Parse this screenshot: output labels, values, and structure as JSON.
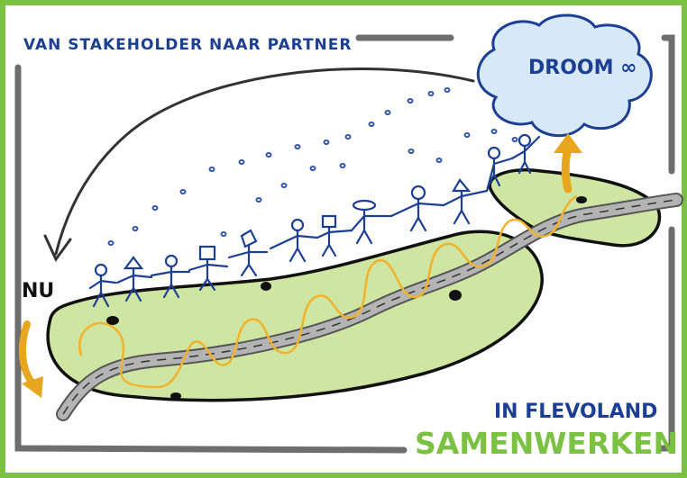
{
  "texts": {
    "title": "VAN STAKEHOLDER NAAR PARTNER",
    "dream": "DROOM ∞",
    "now": "NU",
    "region": "IN FLEVOLAND",
    "together_word1": "SAMEN",
    "together_word2": "WERKEN"
  },
  "colors": {
    "frame_green": "#7cc242",
    "land_green": "#cfe6a2",
    "ink_blue": "#1c3f93",
    "cloud_blue": "#d7e9f8",
    "road_gray": "#a8a8a8",
    "path_orange": "#f2b22b",
    "text_green": "#7cc242",
    "border_gray": "#6e6e6e"
  },
  "icons": {
    "dream_cloud": "cloud",
    "people_chain": "stick-figure-chain",
    "road": "winding-road",
    "arrow_back": "curved-arrow-left",
    "arrow_up": "arrow-up"
  }
}
